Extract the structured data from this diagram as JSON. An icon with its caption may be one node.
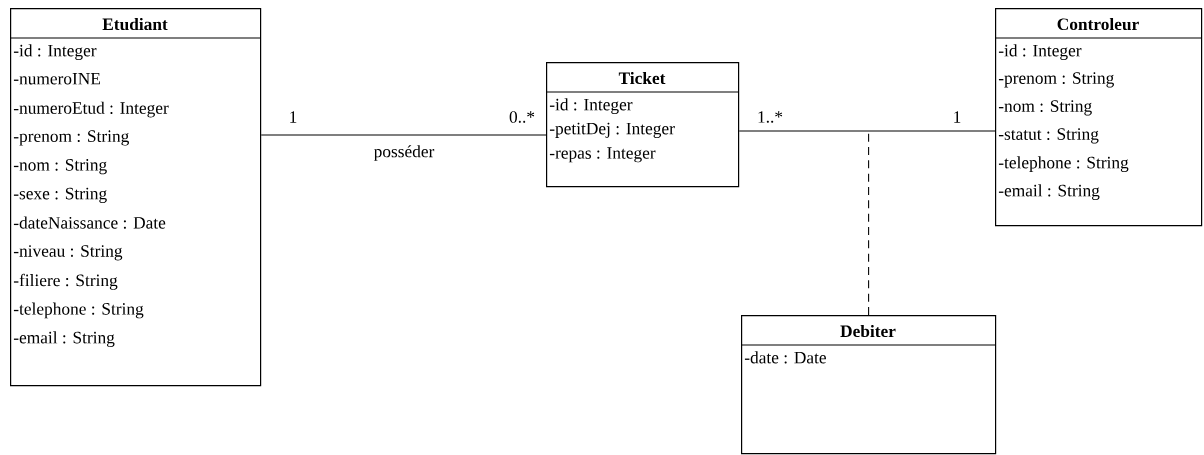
{
  "diagram": {
    "nodes": [
      {
        "text": [
          "Etudiant",
          "-id : Integer",
          "-numeroINE",
          "-numeroEtud : Integer",
          "-prenom : String",
          "-nom : String",
          "-sexe : String",
          "-dateNaissance : Date",
          "-niveau : String",
          "-filiere : String",
          "-telephone : String",
          "-email : String"
        ]
      },
      {
        "text": [
          "Ticket",
          "-id : Integer",
          "-petitDej : Integer",
          "-repas : Integer"
        ]
      },
      {
        "text": [
          "Controleur",
          "-id : Integer",
          "-prenom : String",
          "-nom : String",
          "-statut : String",
          "-telephone : String",
          "-email : String"
        ]
      },
      {
        "text": [
          "Debiter",
          "-date : Date"
        ]
      }
    ],
    "edges": [
      {
        "from": 0,
        "to": 1,
        "arrow": "none",
        "label": "posséder"
      },
      {
        "from": 1,
        "to": 2,
        "arrow": "none"
      },
      {
        "from": 3,
        "to": null,
        "arrow": "none",
        "style": "dashed"
      }
    ],
    "labels": [
      "1",
      "0..*",
      "1..*",
      "1"
    ]
  }
}
